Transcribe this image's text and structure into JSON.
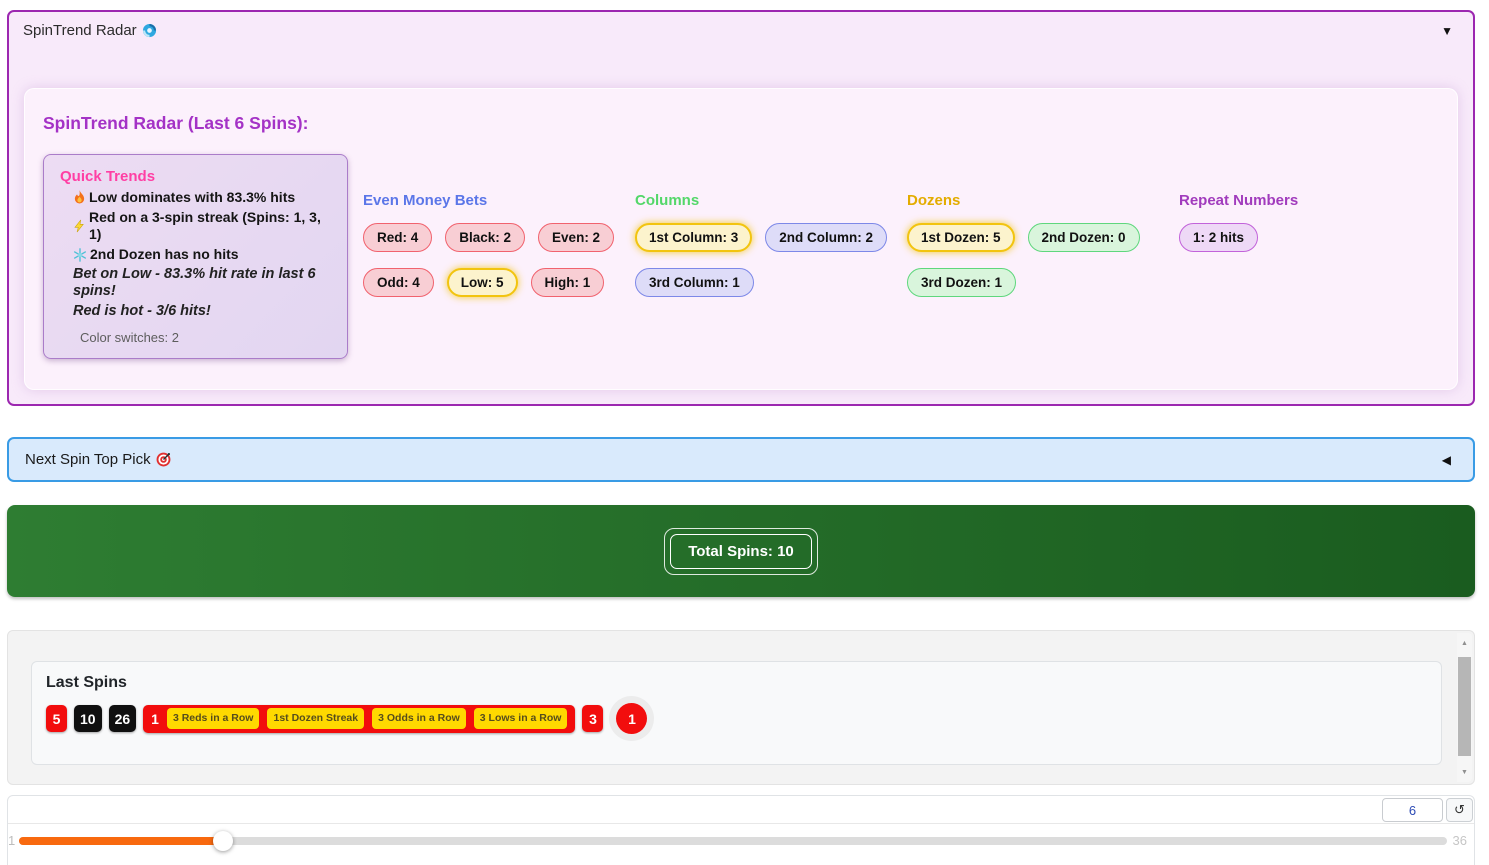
{
  "colors": {
    "panel_border": "#9c27b0",
    "panel_bg": "#f8eafa",
    "radar_title": "#a432c6",
    "quick_trends_title": "#ff3fa4",
    "next_pick_border": "#399be5",
    "next_pick_bg": "#d9eafc",
    "green_gradient_left": "#2e7d32",
    "green_gradient_right": "#1a5c1f",
    "chip_red": "#f20d0d",
    "chip_black": "#101010",
    "streak_badge_yellow": "#ffd900",
    "slider_fill": "#f8690f",
    "pill_highlight_border": "#f2c40f"
  },
  "radar_panel": {
    "header_label": "SpinTrend Radar",
    "header_icon": "cyclone-icon",
    "collapse_icon": "▼",
    "title": "SpinTrend Radar (Last 6 Spins):",
    "quick_trends": {
      "title": "Quick Trends",
      "items": [
        {
          "icon": "fire-icon",
          "text": "Low dominates with 83.3% hits"
        },
        {
          "icon": "lightning-icon",
          "text": "Red on a 3-spin streak (Spins: 1, 3, 1)"
        },
        {
          "icon": "snowflake-icon",
          "text": "2nd Dozen has no hits"
        }
      ],
      "suggestions": [
        "Bet on Low - 83.3% hit rate in last 6 spins!",
        "Red is hot - 3/6 hits!"
      ],
      "footnote": "Color switches: 2"
    },
    "groups": [
      {
        "title": "Even Money Bets",
        "title_color": "#5b76e8",
        "rows": [
          [
            {
              "label": "Red: 4",
              "variant": "red"
            },
            {
              "label": "Black: 2",
              "variant": "red"
            },
            {
              "label": "Even: 2",
              "variant": "red"
            }
          ],
          [
            {
              "label": "Odd: 4",
              "variant": "red"
            },
            {
              "label": "Low: 5",
              "variant": "yellow"
            },
            {
              "label": "High: 1",
              "variant": "red"
            }
          ]
        ]
      },
      {
        "title": "Columns",
        "title_color": "#53d769",
        "rows": [
          [
            {
              "label": "1st Column: 3",
              "variant": "yellow"
            },
            {
              "label": "2nd Column: 2",
              "variant": "lavender"
            }
          ],
          [
            {
              "label": "3rd Column: 1",
              "variant": "lavender"
            }
          ]
        ]
      },
      {
        "title": "Dozens",
        "title_color": "#e3ac00",
        "rows": [
          [
            {
              "label": "1st Dozen: 5",
              "variant": "yellow"
            },
            {
              "label": "2nd Dozen: 0",
              "variant": "green"
            }
          ],
          [
            {
              "label": "3rd Dozen: 1",
              "variant": "green"
            }
          ]
        ]
      },
      {
        "title": "Repeat Numbers",
        "title_color": "#a13bbd",
        "rows": [
          [
            {
              "label": "1: 2 hits",
              "variant": "purple"
            }
          ]
        ]
      }
    ]
  },
  "next_pick": {
    "label": "Next Spin Top Pick",
    "icon": "target-icon",
    "collapse_icon": "◀"
  },
  "total_panel": {
    "badge": "Total Spins: 10"
  },
  "last_spins": {
    "title": "Last Spins",
    "chips": [
      {
        "type": "square",
        "variant": "red",
        "label": "5"
      },
      {
        "type": "square",
        "variant": "black",
        "label": "10"
      },
      {
        "type": "square",
        "variant": "black",
        "label": "26"
      },
      {
        "type": "group",
        "variant": "red",
        "label": "1",
        "badges": [
          "3 Reds in a Row",
          "1st Dozen Streak",
          "3 Odds in a Row",
          "3 Lows in a Row"
        ]
      },
      {
        "type": "square",
        "variant": "red",
        "label": "3"
      },
      {
        "type": "circle",
        "variant": "red",
        "label": "1"
      }
    ]
  },
  "controls": {
    "spins_value": "6",
    "refresh_icon": "↺",
    "slider": {
      "min": 1,
      "max": 36,
      "value": 6,
      "min_label": "1",
      "max_label": "36"
    }
  }
}
